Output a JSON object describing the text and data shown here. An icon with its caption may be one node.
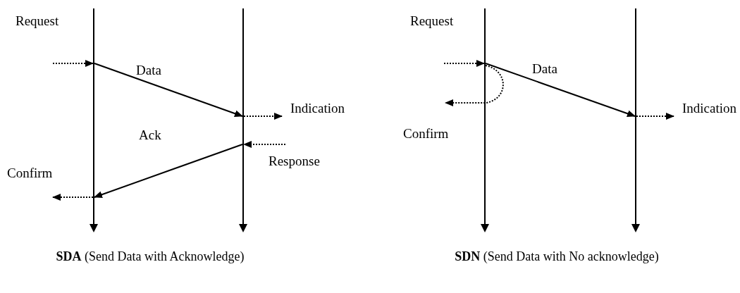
{
  "diagram": {
    "nodes": [
      {
        "text": [],
        "shape": "bar"
      },
      {
        "text": [],
        "shape": "bar"
      },
      {
        "text": [],
        "shape": "bar"
      },
      {
        "text": [],
        "shape": "bar"
      }
    ],
    "edges": [
      {
        "from": null,
        "to": 0,
        "arrow": "to",
        "label": "Request",
        "style": "dashed"
      },
      {
        "from": 0,
        "to": 1,
        "arrow": "to",
        "label": "Data"
      },
      {
        "from": 1,
        "to": null,
        "arrow": "to",
        "label": "Indication",
        "style": "dashed"
      },
      {
        "from": null,
        "to": 1,
        "arrow": "to",
        "label": "Response",
        "style": "dashed"
      },
      {
        "from": 1,
        "to": 0,
        "arrow": "to",
        "label": "Ack"
      },
      {
        "from": 0,
        "to": null,
        "arrow": "to",
        "label": "Confirm",
        "style": "dashed"
      },
      {
        "from": null,
        "to": 2,
        "arrow": "to",
        "label": "Request",
        "style": "dashed"
      },
      {
        "from": 2,
        "to": 3,
        "arrow": "to",
        "label": "Data"
      },
      {
        "from": 3,
        "to": null,
        "arrow": "to",
        "label": "Indication",
        "style": "dashed"
      },
      {
        "from": 2,
        "to": null,
        "arrow": "to",
        "label": "Confirm",
        "style": "dashed"
      }
    ],
    "labels": [
      "**SDA** (Send Data with Acknowledge)",
      "**SDN** (Send Data with No acknowledge)"
    ]
  }
}
